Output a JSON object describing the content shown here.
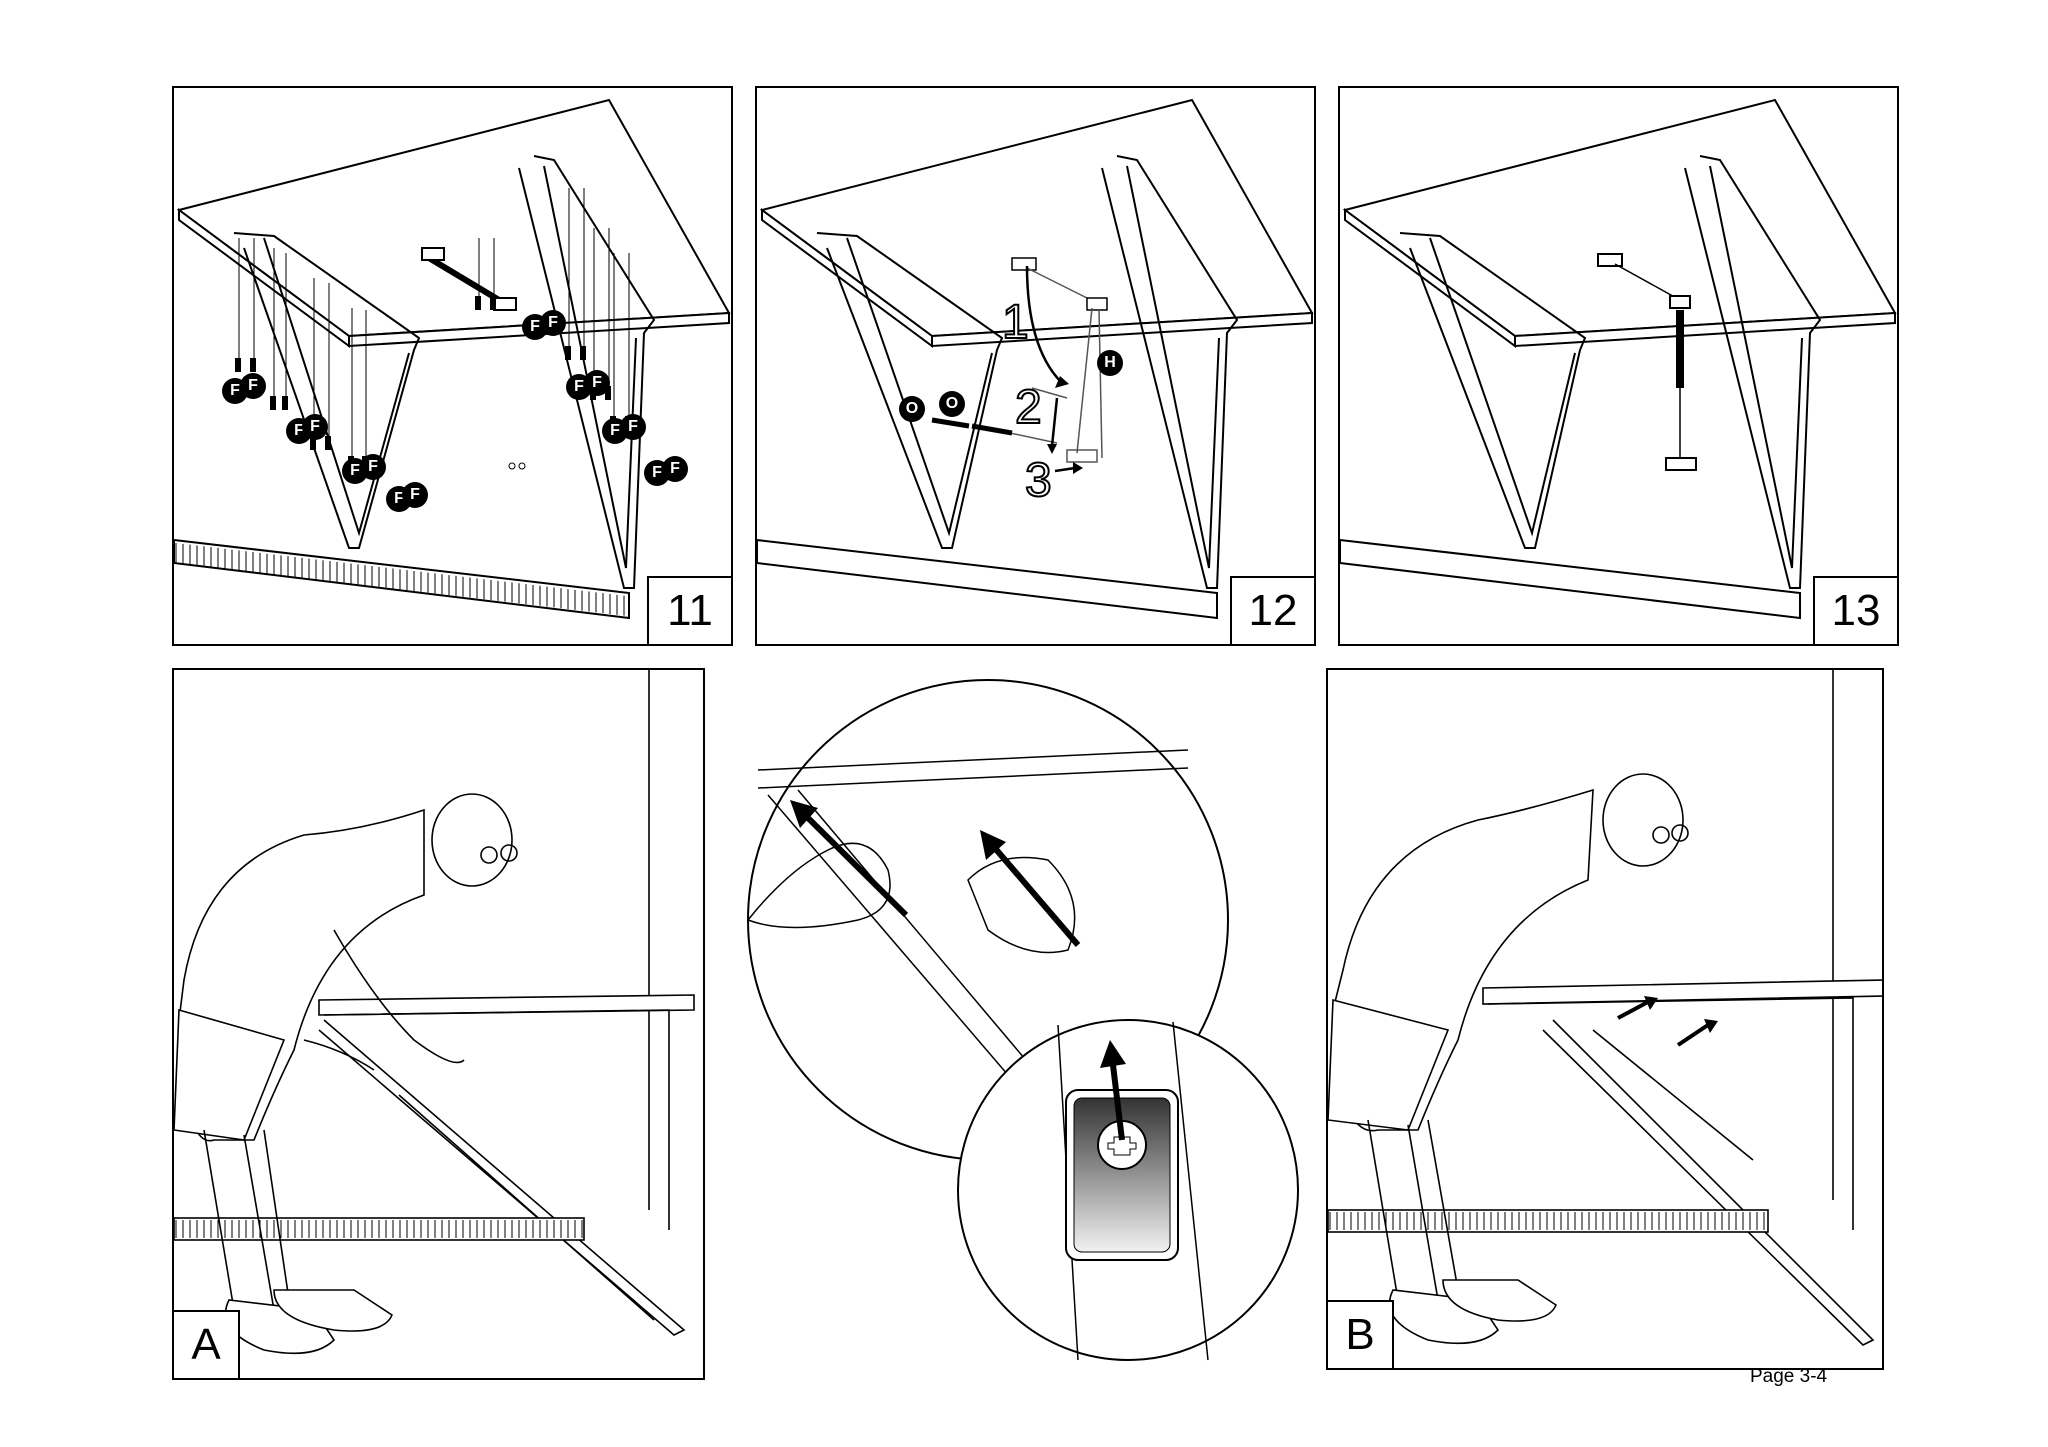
{
  "panels": [
    {
      "number": "11",
      "badge_label": "F"
    },
    {
      "number": "12",
      "badge_labels": [
        "O",
        "H"
      ],
      "step_labels": [
        "1",
        "2",
        "3"
      ]
    },
    {
      "number": "13"
    }
  ],
  "figures": [
    {
      "letter": "A"
    },
    {
      "letter": "B"
    }
  ],
  "footer": {
    "page_number": "Page 3-4"
  }
}
